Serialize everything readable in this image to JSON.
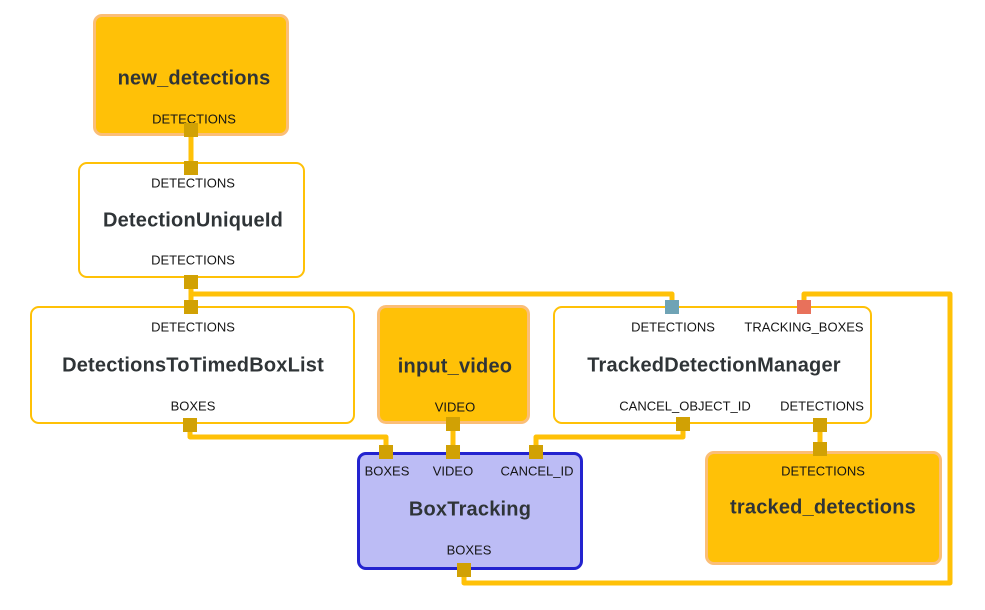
{
  "colors": {
    "edge": "#FFC107",
    "packet_node_fill": "#FFC107",
    "packet_node_border": "#FBBE77",
    "calculator_fill": "#FFFFFF",
    "calculator_border": "#FFC107",
    "subgraph_fill": "#BCBCF5",
    "subgraph_border": "#2323CF",
    "connector": "#D1A104",
    "connector_back_edge_dst": "#6FA3B5",
    "connector_back_edge_src": "#E8715B",
    "title_text": "#2F3437",
    "port_text": "#151515",
    "background": "#FFFFFF"
  },
  "nodes": {
    "new_detections": {
      "title": "new_detections",
      "output_port": "DETECTIONS"
    },
    "detection_unique_id": {
      "title": "DetectionUniqueId",
      "input_port": "DETECTIONS",
      "output_port": "DETECTIONS"
    },
    "detections_to_timed_box_list": {
      "title": "DetectionsToTimedBoxList",
      "input_port": "DETECTIONS",
      "output_port": "BOXES"
    },
    "input_video": {
      "title": "input_video",
      "output_port": "VIDEO"
    },
    "tracked_detection_manager": {
      "title": "TrackedDetectionManager",
      "input_ports": {
        "detections": "DETECTIONS",
        "tracking_boxes": "TRACKING_BOXES"
      },
      "output_ports": {
        "cancel_object_id": "CANCEL_OBJECT_ID",
        "detections": "DETECTIONS"
      }
    },
    "box_tracking": {
      "title": "BoxTracking",
      "input_ports": {
        "boxes": "BOXES",
        "video": "VIDEO",
        "cancel_id": "CANCEL_ID"
      },
      "output_port": "BOXES"
    },
    "tracked_detections": {
      "title": "tracked_detections",
      "input_port": "DETECTIONS"
    }
  },
  "edges": [
    {
      "from": "new_detections.DETECTIONS",
      "to": "DetectionUniqueId.DETECTIONS"
    },
    {
      "from": "DetectionUniqueId.DETECTIONS",
      "to": "DetectionsToTimedBoxList.DETECTIONS"
    },
    {
      "from": "DetectionUniqueId.DETECTIONS",
      "to": "TrackedDetectionManager.DETECTIONS"
    },
    {
      "from": "DetectionsToTimedBoxList.BOXES",
      "to": "BoxTracking.BOXES"
    },
    {
      "from": "input_video.VIDEO",
      "to": "BoxTracking.VIDEO"
    },
    {
      "from": "TrackedDetectionManager.CANCEL_OBJECT_ID",
      "to": "BoxTracking.CANCEL_ID"
    },
    {
      "from": "TrackedDetectionManager.DETECTIONS",
      "to": "tracked_detections.DETECTIONS"
    },
    {
      "from": "BoxTracking.BOXES",
      "to": "TrackedDetectionManager.TRACKING_BOXES"
    }
  ]
}
